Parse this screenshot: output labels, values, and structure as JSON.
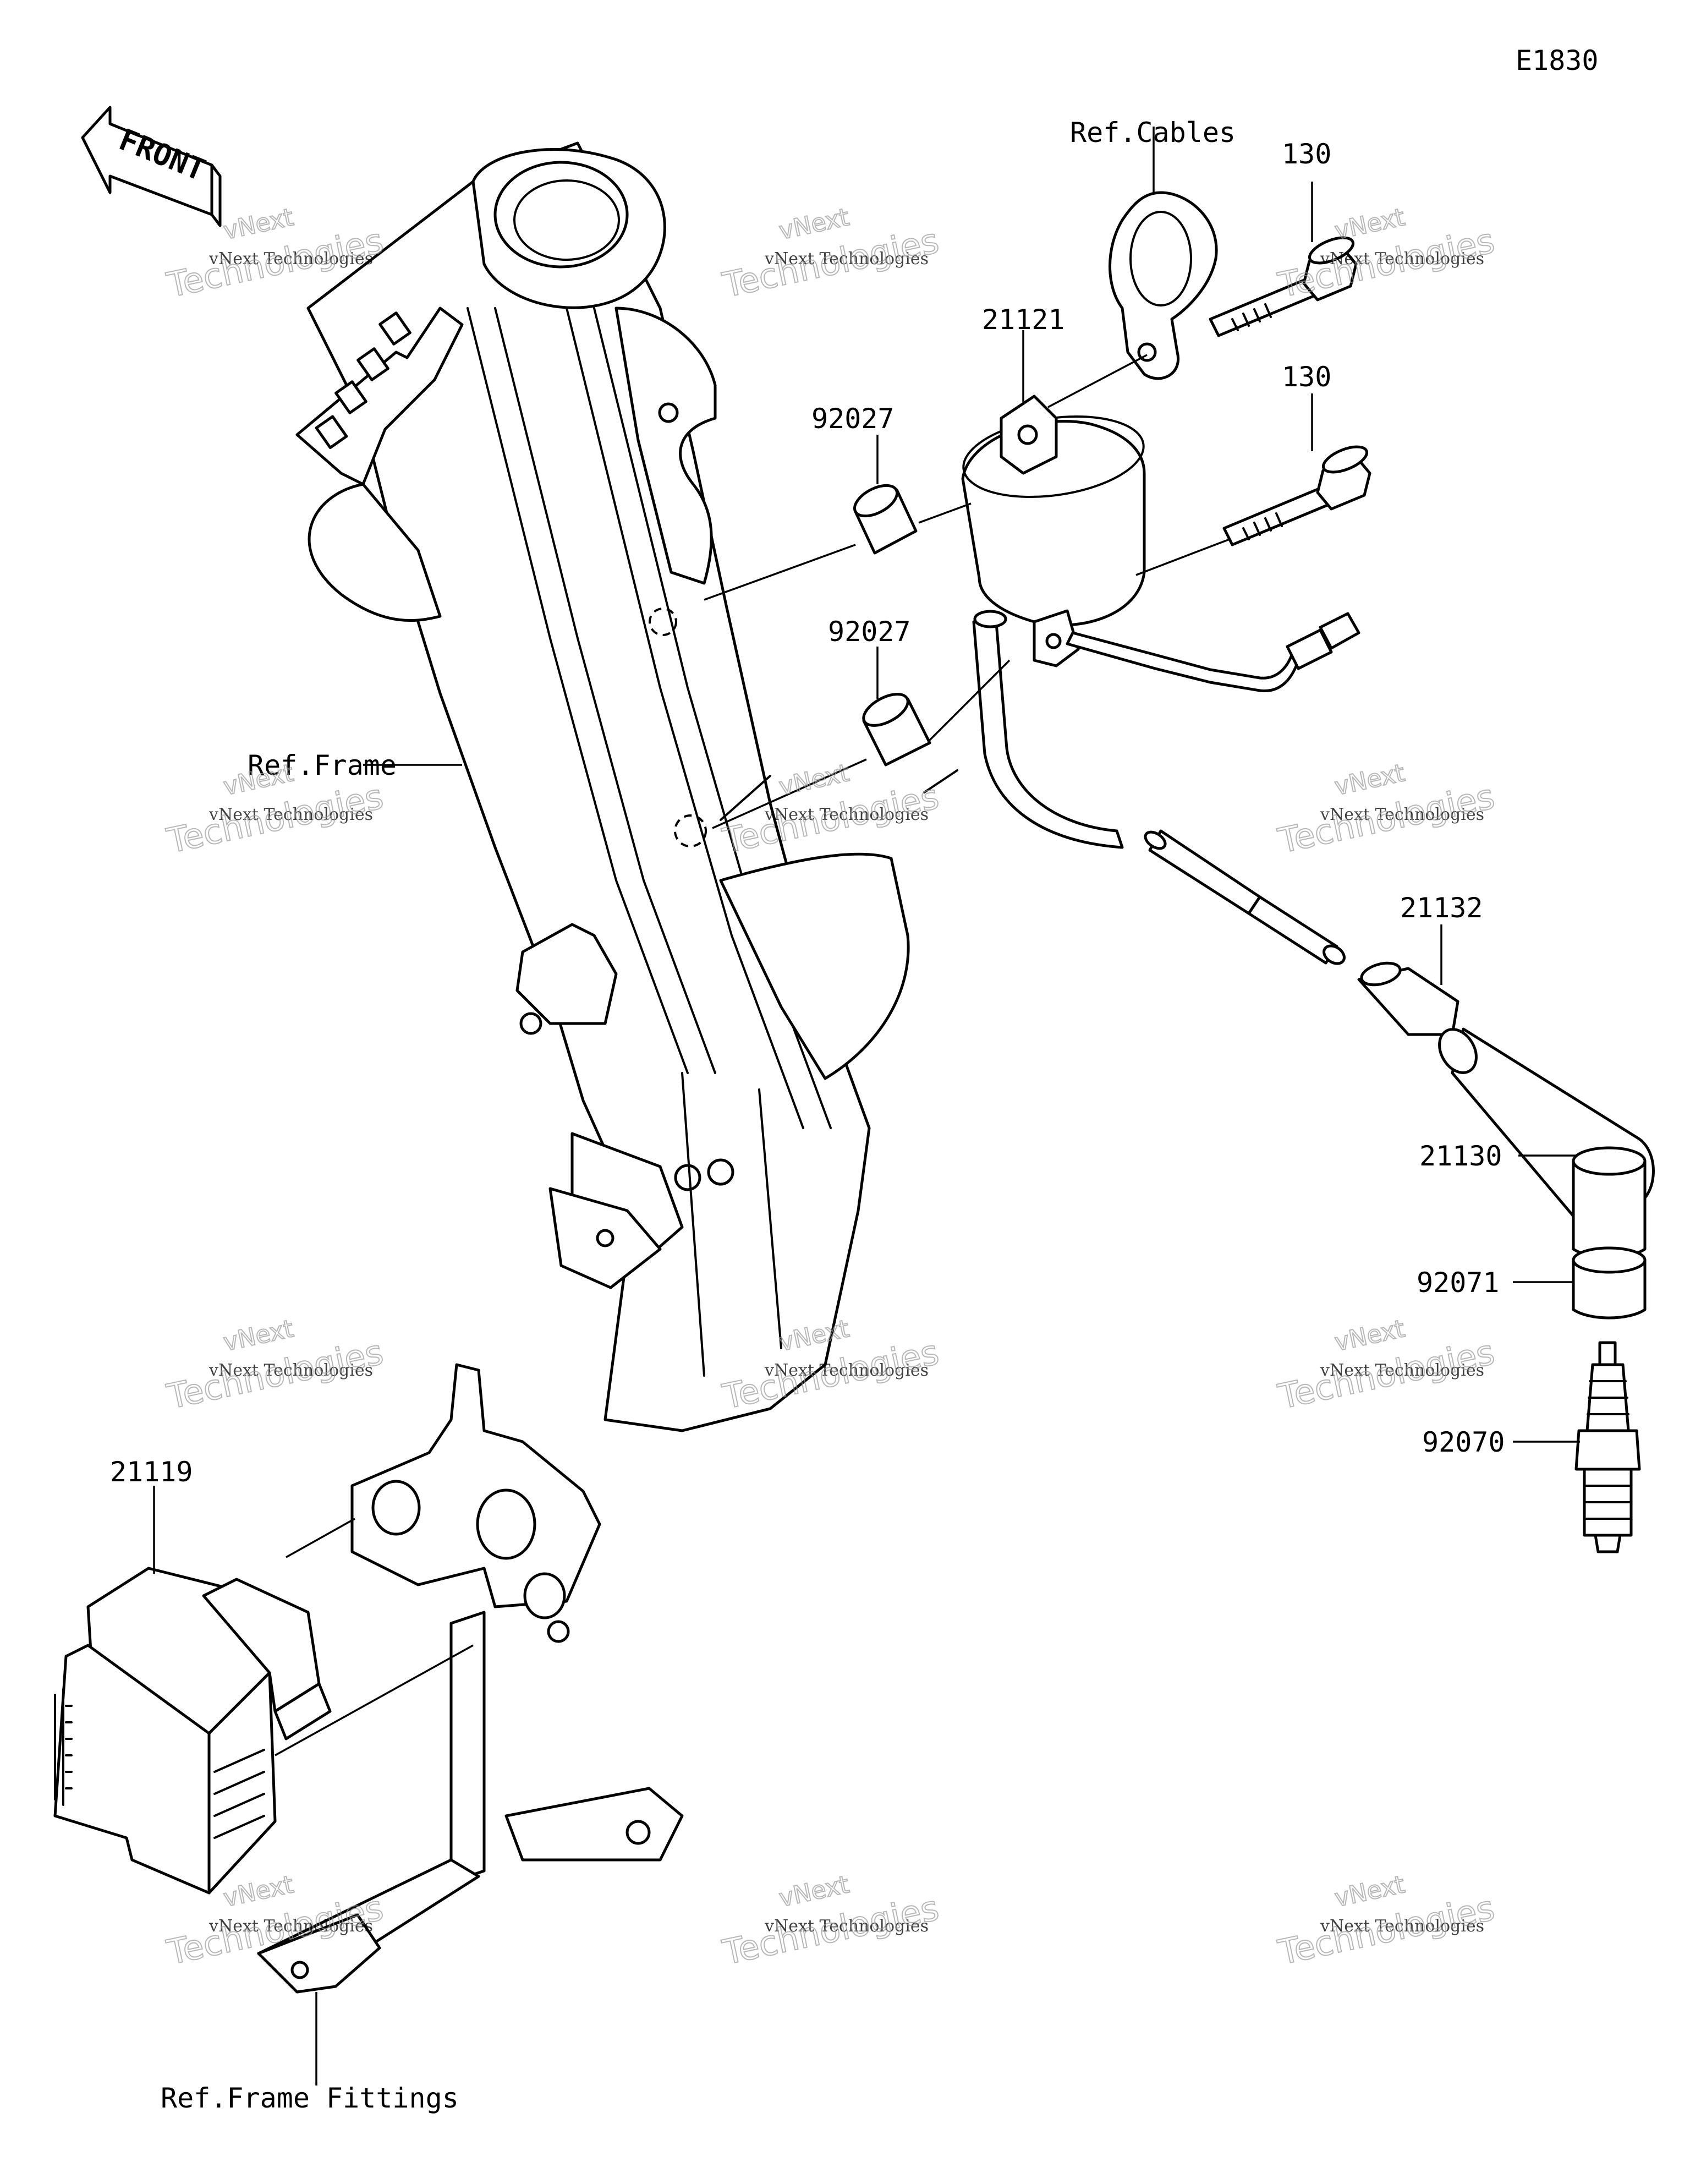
{
  "diagram": {
    "code": "E1830",
    "front_label": "FRONT",
    "callouts": {
      "ref_cables": "Ref.Cables",
      "bolt_top": "130",
      "coil": "21121",
      "bolt_mid": "130",
      "collar_top": "92027",
      "collar_bottom": "92027",
      "ref_frame": "Ref.Frame",
      "seal": "21132",
      "cap": "21130",
      "cap_ring": "92071",
      "spark_plug": "92070",
      "cdi_unit": "21119",
      "ref_frame_fittings": "Ref.Frame Fittings"
    }
  },
  "watermark": {
    "brand": "vNext",
    "company": "vNext Technologies",
    "word": "Technologies"
  },
  "colors": {
    "line": "#000000",
    "background": "#ffffff",
    "watermark": "#9a9a9a"
  }
}
